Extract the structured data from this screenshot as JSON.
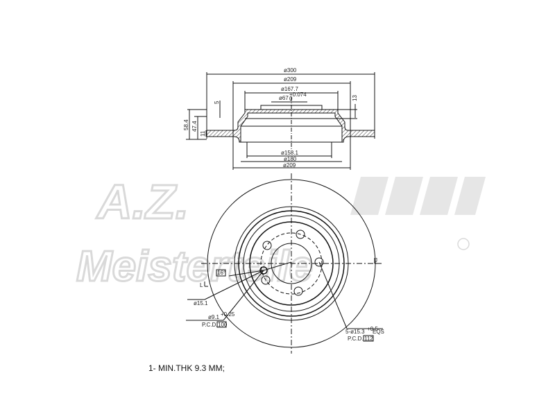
{
  "watermark": {
    "brand": "A.Z. Meisterteile",
    "registered": "R"
  },
  "side_view": {
    "dia_outer": "ø300",
    "dia_hat_outer": "ø209",
    "dia_hat_top": "ø167.7",
    "dia_center_bore": "ø67",
    "center_bore_tol_upper": "+0.074",
    "center_bore_tol_lower": "0",
    "hat_top_thickness": "5",
    "offset_13": "13",
    "total_height": "58.4",
    "hat_height": "47.4",
    "disc_thickness": "11",
    "dia_inner_1": "ø158.1",
    "dia_inner_2": "ø180",
    "dia_inner_3": "ø209"
  },
  "front_view": {
    "angle": "16°",
    "marker_left": "L",
    "marker_right": "J",
    "dia_hole": "ø15.1",
    "dia_pin_hole": "ø9.1",
    "pin_hole_tol": "+0.25",
    "pcd_label": "P.C.D.",
    "pcd_pin": "100",
    "bolt_holes": "5-ø15.3",
    "bolt_tol": "+0.5",
    "bolt_eqs": "EQS",
    "pcd_bolt": "112"
  },
  "note": "1- MIN.THK 9.3 MM;"
}
